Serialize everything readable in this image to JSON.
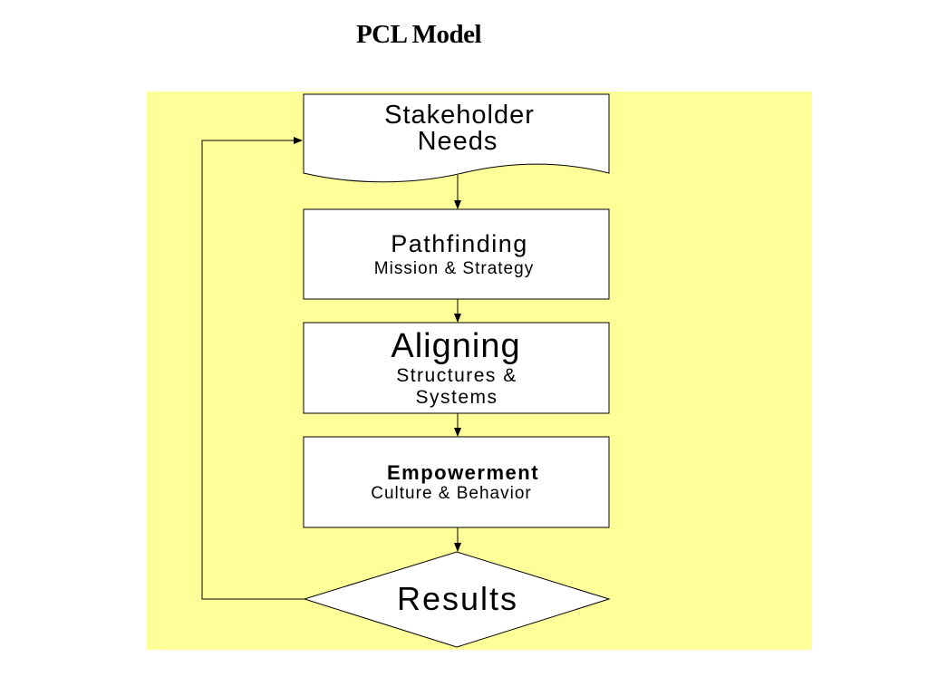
{
  "title": "PCL Model",
  "diagram": {
    "background_color": "#ffff99",
    "box_fill": "#ffffff",
    "line_color": "#000000",
    "nodes": [
      {
        "id": "stakeholder",
        "shape": "document",
        "lines": [
          "Stakeholder",
          "Needs"
        ]
      },
      {
        "id": "pathfinding",
        "shape": "rectangle",
        "lines": [
          "Pathfinding",
          "Mission & Strategy"
        ]
      },
      {
        "id": "aligning",
        "shape": "rectangle",
        "lines": [
          "Aligning",
          "Structures &",
          "Systems"
        ]
      },
      {
        "id": "empowerment",
        "shape": "rectangle",
        "lines": [
          "Empowerment",
          "Culture & Behavior"
        ]
      },
      {
        "id": "results",
        "shape": "diamond",
        "lines": [
          "Results"
        ]
      }
    ],
    "edges": [
      {
        "from": "stakeholder",
        "to": "pathfinding"
      },
      {
        "from": "pathfinding",
        "to": "aligning"
      },
      {
        "from": "aligning",
        "to": "empowerment"
      },
      {
        "from": "empowerment",
        "to": "results"
      },
      {
        "from": "results",
        "to": "stakeholder",
        "type": "feedback-loop"
      }
    ]
  }
}
